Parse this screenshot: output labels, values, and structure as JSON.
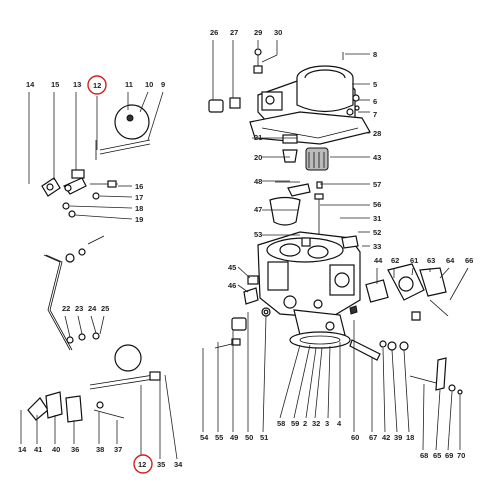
{
  "diagram": {
    "highlight_color": "#d02020",
    "line_color": "#111111",
    "top_labels": [
      "26",
      "27",
      "29",
      "30",
      "8",
      "5",
      "6",
      "7",
      "28",
      "21",
      "20",
      "43",
      "48",
      "57",
      "47",
      "56",
      "31",
      "53",
      "52",
      "33"
    ],
    "left_top_labels": [
      "14",
      "15",
      "13",
      "12",
      "11",
      "10",
      "9",
      "16",
      "17",
      "18",
      "19"
    ],
    "middle_right_labels": [
      "44",
      "62",
      "61",
      "63",
      "64",
      "66",
      "45",
      "46"
    ],
    "left_mid_labels": [
      "22",
      "23",
      "24",
      "25"
    ],
    "bottom_labels": [
      "54",
      "55",
      "49",
      "50",
      "51",
      "58",
      "59",
      "2",
      "32",
      "3",
      "4",
      "60",
      "67",
      "42",
      "39",
      "18",
      "68",
      "65",
      "69",
      "70"
    ],
    "bottom_left_labels": [
      "14",
      "41",
      "40",
      "36",
      "38",
      "37",
      "12",
      "35",
      "34"
    ],
    "highlighted": [
      "12",
      "12"
    ]
  }
}
